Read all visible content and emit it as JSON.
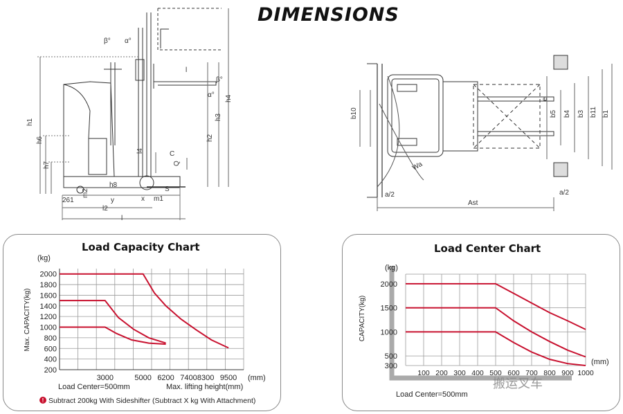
{
  "page": {
    "title": "DIMENSIONS",
    "watermark": "搬运叉车"
  },
  "drawing_labels": {
    "side": [
      "β°",
      "α°",
      "l",
      "β°",
      "α°",
      "h1",
      "h6",
      "h7",
      "h3",
      "h2",
      "h4",
      "l4",
      "C",
      "Q",
      "h8",
      "m2",
      "S",
      "261",
      "m1",
      "y",
      "x",
      "l2",
      "l"
    ],
    "top": [
      "b10",
      "e",
      "b5",
      "b4",
      "b3",
      "b11",
      "b1",
      "Wa",
      "a/2",
      "Ast",
      "a/2"
    ]
  },
  "chart_data": [
    {
      "type": "line",
      "title": "Load Capacity Chart",
      "unit_label": "(kg)",
      "ylabel": "Max. CAPACITY(kg)",
      "x_unit": "(mm)",
      "ylim": [
        200,
        2100
      ],
      "yticks": [
        2000,
        1800,
        1600,
        1400,
        1200,
        1000,
        800,
        600,
        400,
        200
      ],
      "xticks": [
        {
          "label": "3000",
          "value": 3000
        },
        {
          "label": "5000",
          "value": 5000
        },
        {
          "label": "6200",
          "value": 6200
        },
        {
          "label": "7400",
          "value": 7400
        },
        {
          "label": "8300",
          "value": 8300
        },
        {
          "label": "9500",
          "value": 9500
        }
      ],
      "xlim": [
        600,
        10300
      ],
      "series": [
        {
          "points": [
            [
              600,
              2000
            ],
            [
              5000,
              2000
            ],
            [
              5600,
              1640
            ],
            [
              6200,
              1400
            ],
            [
              7000,
              1150
            ],
            [
              7800,
              950
            ],
            [
              8600,
              760
            ],
            [
              9500,
              610
            ]
          ]
        },
        {
          "points": [
            [
              600,
              1500
            ],
            [
              3000,
              1500
            ],
            [
              3700,
              1180
            ],
            [
              4500,
              960
            ],
            [
              5300,
              800
            ],
            [
              6200,
              700
            ]
          ]
        },
        {
          "points": [
            [
              600,
              1000
            ],
            [
              3000,
              1000
            ],
            [
              3600,
              880
            ],
            [
              4400,
              760
            ],
            [
              5300,
              700
            ],
            [
              6200,
              680
            ]
          ]
        }
      ],
      "footer_left": "Load Center=500mm",
      "footer_right": "Max. lifting height(mm)",
      "note": "Subtract 200kg With Sideshifter (Subtract X kg With Attachment)"
    },
    {
      "type": "line",
      "title": "Load Center Chart",
      "unit_label": "(kg)",
      "ylabel": "CAPACITY(kg)",
      "x_unit": "(mm)",
      "ylim": [
        300,
        2200
      ],
      "yticks": [
        2000,
        1500,
        1000,
        500,
        300
      ],
      "xticks": [
        100,
        200,
        300,
        400,
        500,
        600,
        700,
        800,
        900,
        1000
      ],
      "xlim": [
        0,
        1000
      ],
      "series": [
        {
          "points": [
            [
              0,
              2000
            ],
            [
              500,
              2000
            ],
            [
              600,
              1800
            ],
            [
              700,
              1600
            ],
            [
              800,
              1400
            ],
            [
              900,
              1230
            ],
            [
              1000,
              1050
            ]
          ]
        },
        {
          "points": [
            [
              0,
              1500
            ],
            [
              500,
              1500
            ],
            [
              600,
              1230
            ],
            [
              700,
              1000
            ],
            [
              800,
              800
            ],
            [
              900,
              620
            ],
            [
              1000,
              480
            ]
          ]
        },
        {
          "points": [
            [
              0,
              1000
            ],
            [
              500,
              1000
            ],
            [
              600,
              780
            ],
            [
              700,
              580
            ],
            [
              800,
              430
            ],
            [
              900,
              340
            ],
            [
              1000,
              300
            ]
          ]
        }
      ],
      "footer_left": "Load Center=500mm"
    }
  ]
}
